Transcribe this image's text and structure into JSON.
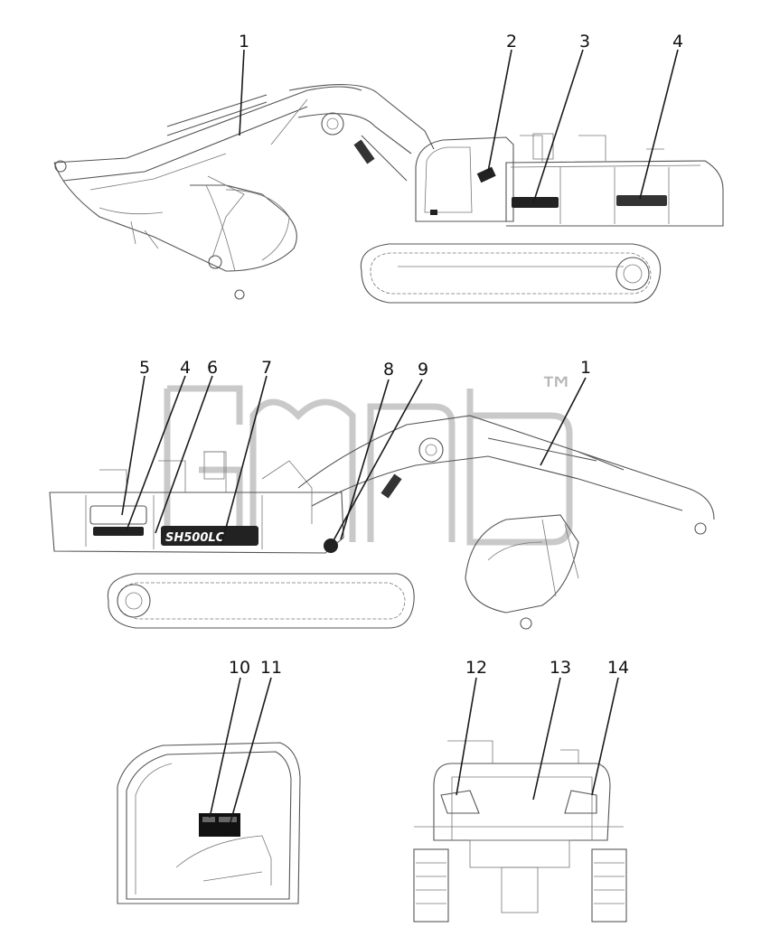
{
  "watermark": {
    "text": "™",
    "color": "#c9c9c9"
  },
  "badge_text": "SH500LC",
  "callouts": [
    {
      "id": "c1a",
      "label": "1"
    },
    {
      "id": "c2",
      "label": "2"
    },
    {
      "id": "c3",
      "label": "3"
    },
    {
      "id": "c4a",
      "label": "4"
    },
    {
      "id": "c5",
      "label": "5"
    },
    {
      "id": "c4b",
      "label": "4"
    },
    {
      "id": "c6",
      "label": "6"
    },
    {
      "id": "c7",
      "label": "7"
    },
    {
      "id": "c8",
      "label": "8"
    },
    {
      "id": "c9",
      "label": "9"
    },
    {
      "id": "c1b",
      "label": "1"
    },
    {
      "id": "c10",
      "label": "10"
    },
    {
      "id": "c11",
      "label": "11"
    },
    {
      "id": "c12",
      "label": "12"
    },
    {
      "id": "c13",
      "label": "13"
    },
    {
      "id": "c14",
      "label": "14"
    }
  ]
}
